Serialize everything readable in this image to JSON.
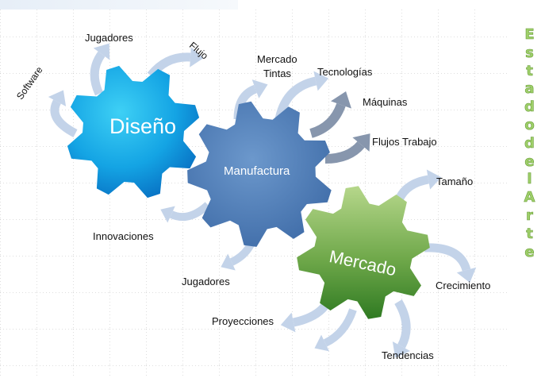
{
  "gears": {
    "diseno": "Diseño",
    "manufactura": "Manufactura",
    "mercado": "Mercado"
  },
  "labels": {
    "jugadores_top": "Jugadores",
    "flujo": "Flujo",
    "software": "Software",
    "mercado_tintas": [
      "Mercado",
      "Tintas"
    ],
    "tecnologias": "Tecnologías",
    "maquinas": "Máquinas",
    "flujos_trabajo": "Flujos Trabajo",
    "tamano": "Tamaño",
    "innovaciones": "Innovaciones",
    "jugadores_bottom": "Jugadores",
    "crecimiento": "Crecimiento",
    "proyecciones": "Proyecciones",
    "tendencias": "Tendencias"
  },
  "vertical_title": [
    "E",
    "s",
    "t",
    "a",
    "d",
    "o",
    "d",
    "e",
    "l",
    "A",
    "r",
    "t",
    "e"
  ],
  "colors": {
    "diseno_gear": "#19a9e6",
    "manufactura_gear": "#4f7fba",
    "mercado_gear": "#5d9a3c",
    "arrow_light": "#c3d3e9",
    "arrow_dark": "#8796ad",
    "grid": "#c8c8c8",
    "title_fill": "#9fd06a"
  }
}
